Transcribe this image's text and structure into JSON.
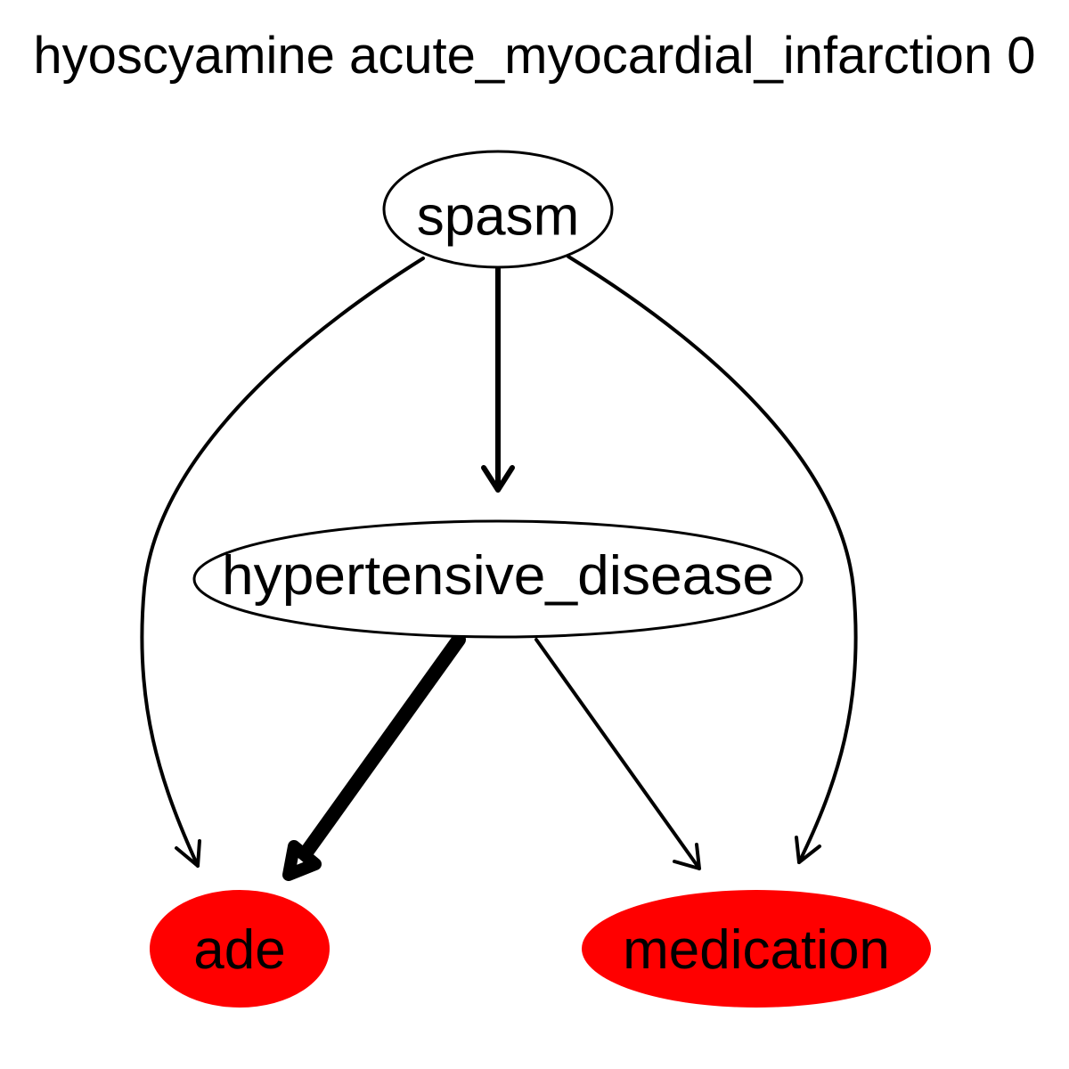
{
  "title": "hyoscyamine acute_myocardial_infarction 0",
  "nodes": {
    "spasm": {
      "label": "spasm",
      "fill": "#ffffff"
    },
    "hypertensive_disease": {
      "label": "hypertensive_disease",
      "fill": "#ffffff"
    },
    "ade": {
      "label": "ade",
      "fill": "#ff0000"
    },
    "medication": {
      "label": "medication",
      "fill": "#ff0000"
    }
  },
  "edges": [
    {
      "from": "spasm",
      "to": "hypertensive_disease",
      "weight": "medium"
    },
    {
      "from": "spasm",
      "to": "ade",
      "weight": "thin"
    },
    {
      "from": "spasm",
      "to": "medication",
      "weight": "thin"
    },
    {
      "from": "hypertensive_disease",
      "to": "ade",
      "weight": "heavy"
    },
    {
      "from": "hypertensive_disease",
      "to": "medication",
      "weight": "thin"
    }
  ]
}
